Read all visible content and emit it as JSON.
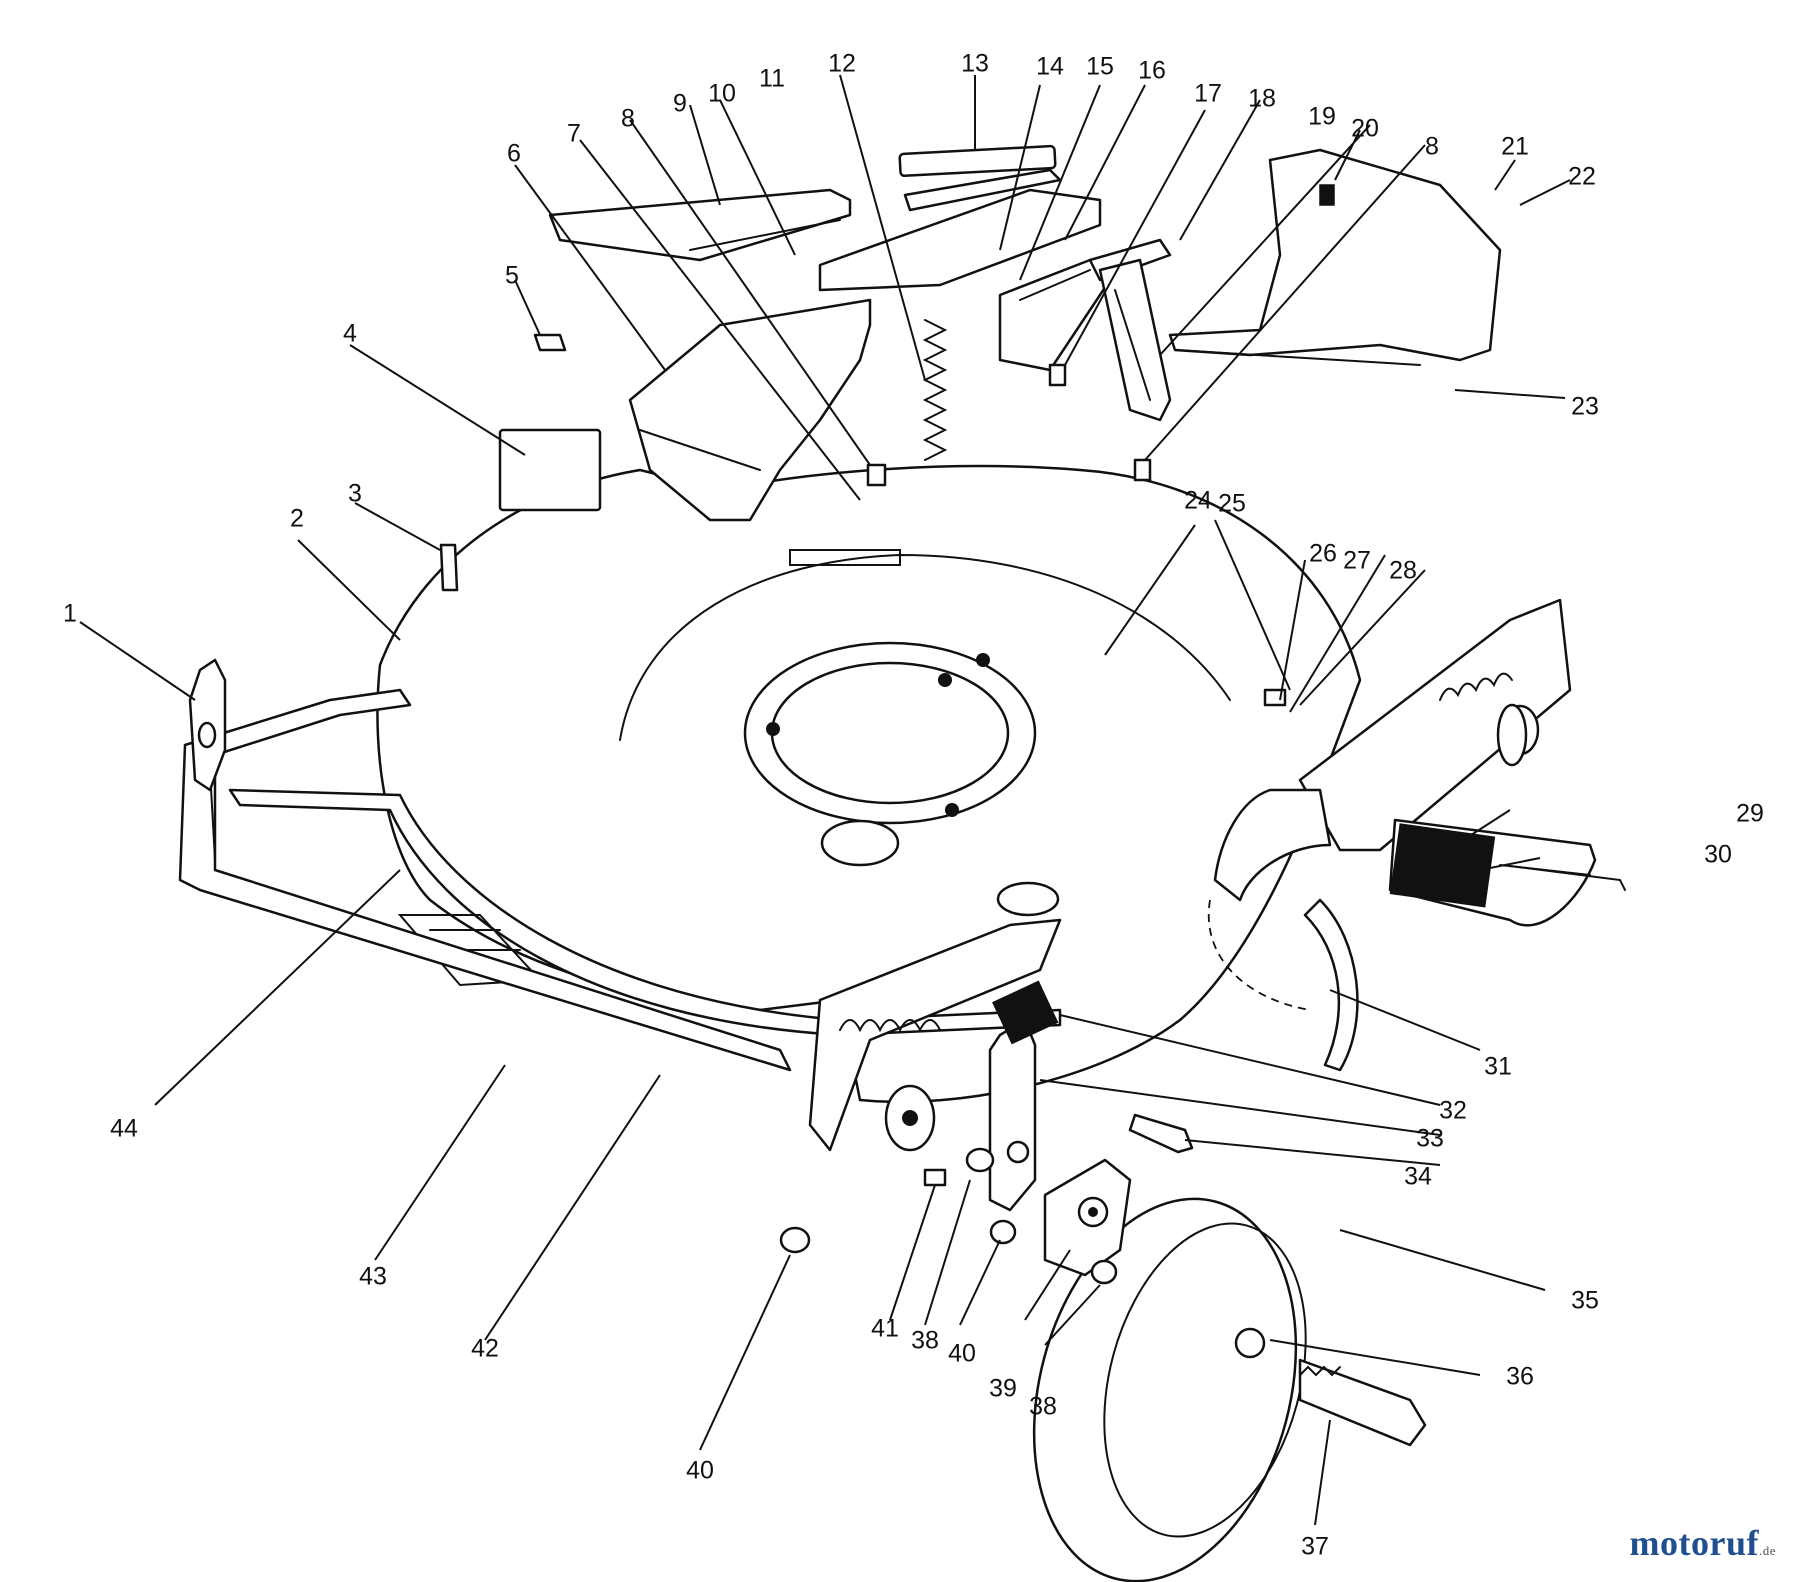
{
  "callouts": [
    {
      "id": "1",
      "label": "1"
    },
    {
      "id": "2",
      "label": "2"
    },
    {
      "id": "3",
      "label": "3"
    },
    {
      "id": "4",
      "label": "4"
    },
    {
      "id": "5",
      "label": "5"
    },
    {
      "id": "6",
      "label": "6"
    },
    {
      "id": "7",
      "label": "7"
    },
    {
      "id": "8a",
      "label": "8"
    },
    {
      "id": "9",
      "label": "9"
    },
    {
      "id": "10",
      "label": "10"
    },
    {
      "id": "11",
      "label": "11"
    },
    {
      "id": "12",
      "label": "12"
    },
    {
      "id": "13",
      "label": "13"
    },
    {
      "id": "14",
      "label": "14"
    },
    {
      "id": "15",
      "label": "15"
    },
    {
      "id": "16",
      "label": "16"
    },
    {
      "id": "17",
      "label": "17"
    },
    {
      "id": "18",
      "label": "18"
    },
    {
      "id": "19",
      "label": "19"
    },
    {
      "id": "20",
      "label": "20"
    },
    {
      "id": "8b",
      "label": "8"
    },
    {
      "id": "21",
      "label": "21"
    },
    {
      "id": "22",
      "label": "22"
    },
    {
      "id": "23",
      "label": "23"
    },
    {
      "id": "24",
      "label": "24"
    },
    {
      "id": "25",
      "label": "25"
    },
    {
      "id": "26",
      "label": "26"
    },
    {
      "id": "27",
      "label": "27"
    },
    {
      "id": "28",
      "label": "28"
    },
    {
      "id": "29",
      "label": "29"
    },
    {
      "id": "30",
      "label": "30"
    },
    {
      "id": "31",
      "label": "31"
    },
    {
      "id": "32",
      "label": "32"
    },
    {
      "id": "33",
      "label": "33"
    },
    {
      "id": "34",
      "label": "34"
    },
    {
      "id": "35",
      "label": "35"
    },
    {
      "id": "36",
      "label": "36"
    },
    {
      "id": "37",
      "label": "37"
    },
    {
      "id": "38a",
      "label": "38"
    },
    {
      "id": "40a",
      "label": "40"
    },
    {
      "id": "39",
      "label": "39"
    },
    {
      "id": "38b",
      "label": "38"
    },
    {
      "id": "41",
      "label": "41"
    },
    {
      "id": "40b",
      "label": "40"
    },
    {
      "id": "42",
      "label": "42"
    },
    {
      "id": "43",
      "label": "43"
    },
    {
      "id": "44",
      "label": "44"
    }
  ],
  "watermark": {
    "brand": "motoruf",
    "accent": "f",
    "suffix": ".de"
  }
}
